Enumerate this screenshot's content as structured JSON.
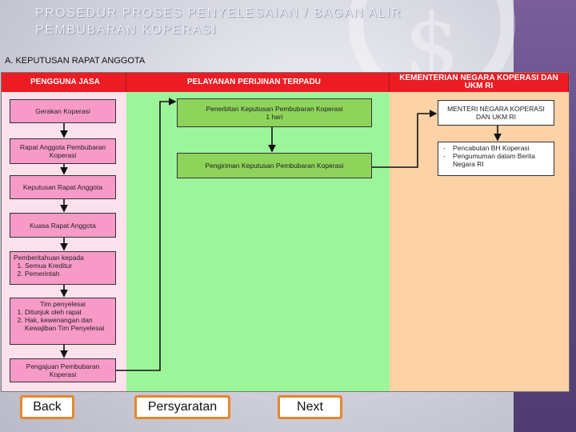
{
  "slide": {
    "title": "PROSEDUR PROSES PENYELESAIAN / BAGAN ALIR PEMBUBARAN KOPERASI",
    "section": "A.  KEPUTUSAN RAPAT ANGGOTA"
  },
  "lanes": {
    "pengguna": "PENGGUNA JASA",
    "pelayanan": "PELAYANAN PERIJINAN TERPADU",
    "kementerian": "KEMENTERIAN NEGARA KOPERASI DAN UKM RI"
  },
  "pengguna_steps": {
    "gerakan": "Gerakan Koperasi",
    "rapat": "Rapat Anggota Pembubaran Koperasi",
    "keputusan": "Keputusan Rapat Anggota",
    "kuasa": "Kuasa Rapat Anggota",
    "pemberitahuan_title": "Pemberitahuan kepada",
    "pemberitahuan_items": [
      "Semua Kreditur",
      "Pemerintah"
    ],
    "tim_title": "Tim penyelesai",
    "tim_items": [
      "Ditunjuk oleh rapat",
      "Hak, kewenangan dan Kewajiban Tim Penyelesai"
    ],
    "pengajuan": "Pengajuan Pembubaran Koperasi"
  },
  "pelayanan_steps": {
    "penerbitan": "Penerbitan Keputusan Pembubaran Koperasi",
    "penerbitan_time": "1 hari",
    "pengiriman": "Pengiriman Keputusan Pembubaran Koperasi"
  },
  "kementerian_steps": {
    "menteri": "MENTERI NEGARA KOPERASI DAN UKM RI",
    "actions": [
      "Pencabutan BH Koperasi",
      "Pengumuman dalam Berita Negara RI"
    ]
  },
  "nav": {
    "back": "Back",
    "persyaratan": "Persyaratan",
    "next": "Next"
  }
}
